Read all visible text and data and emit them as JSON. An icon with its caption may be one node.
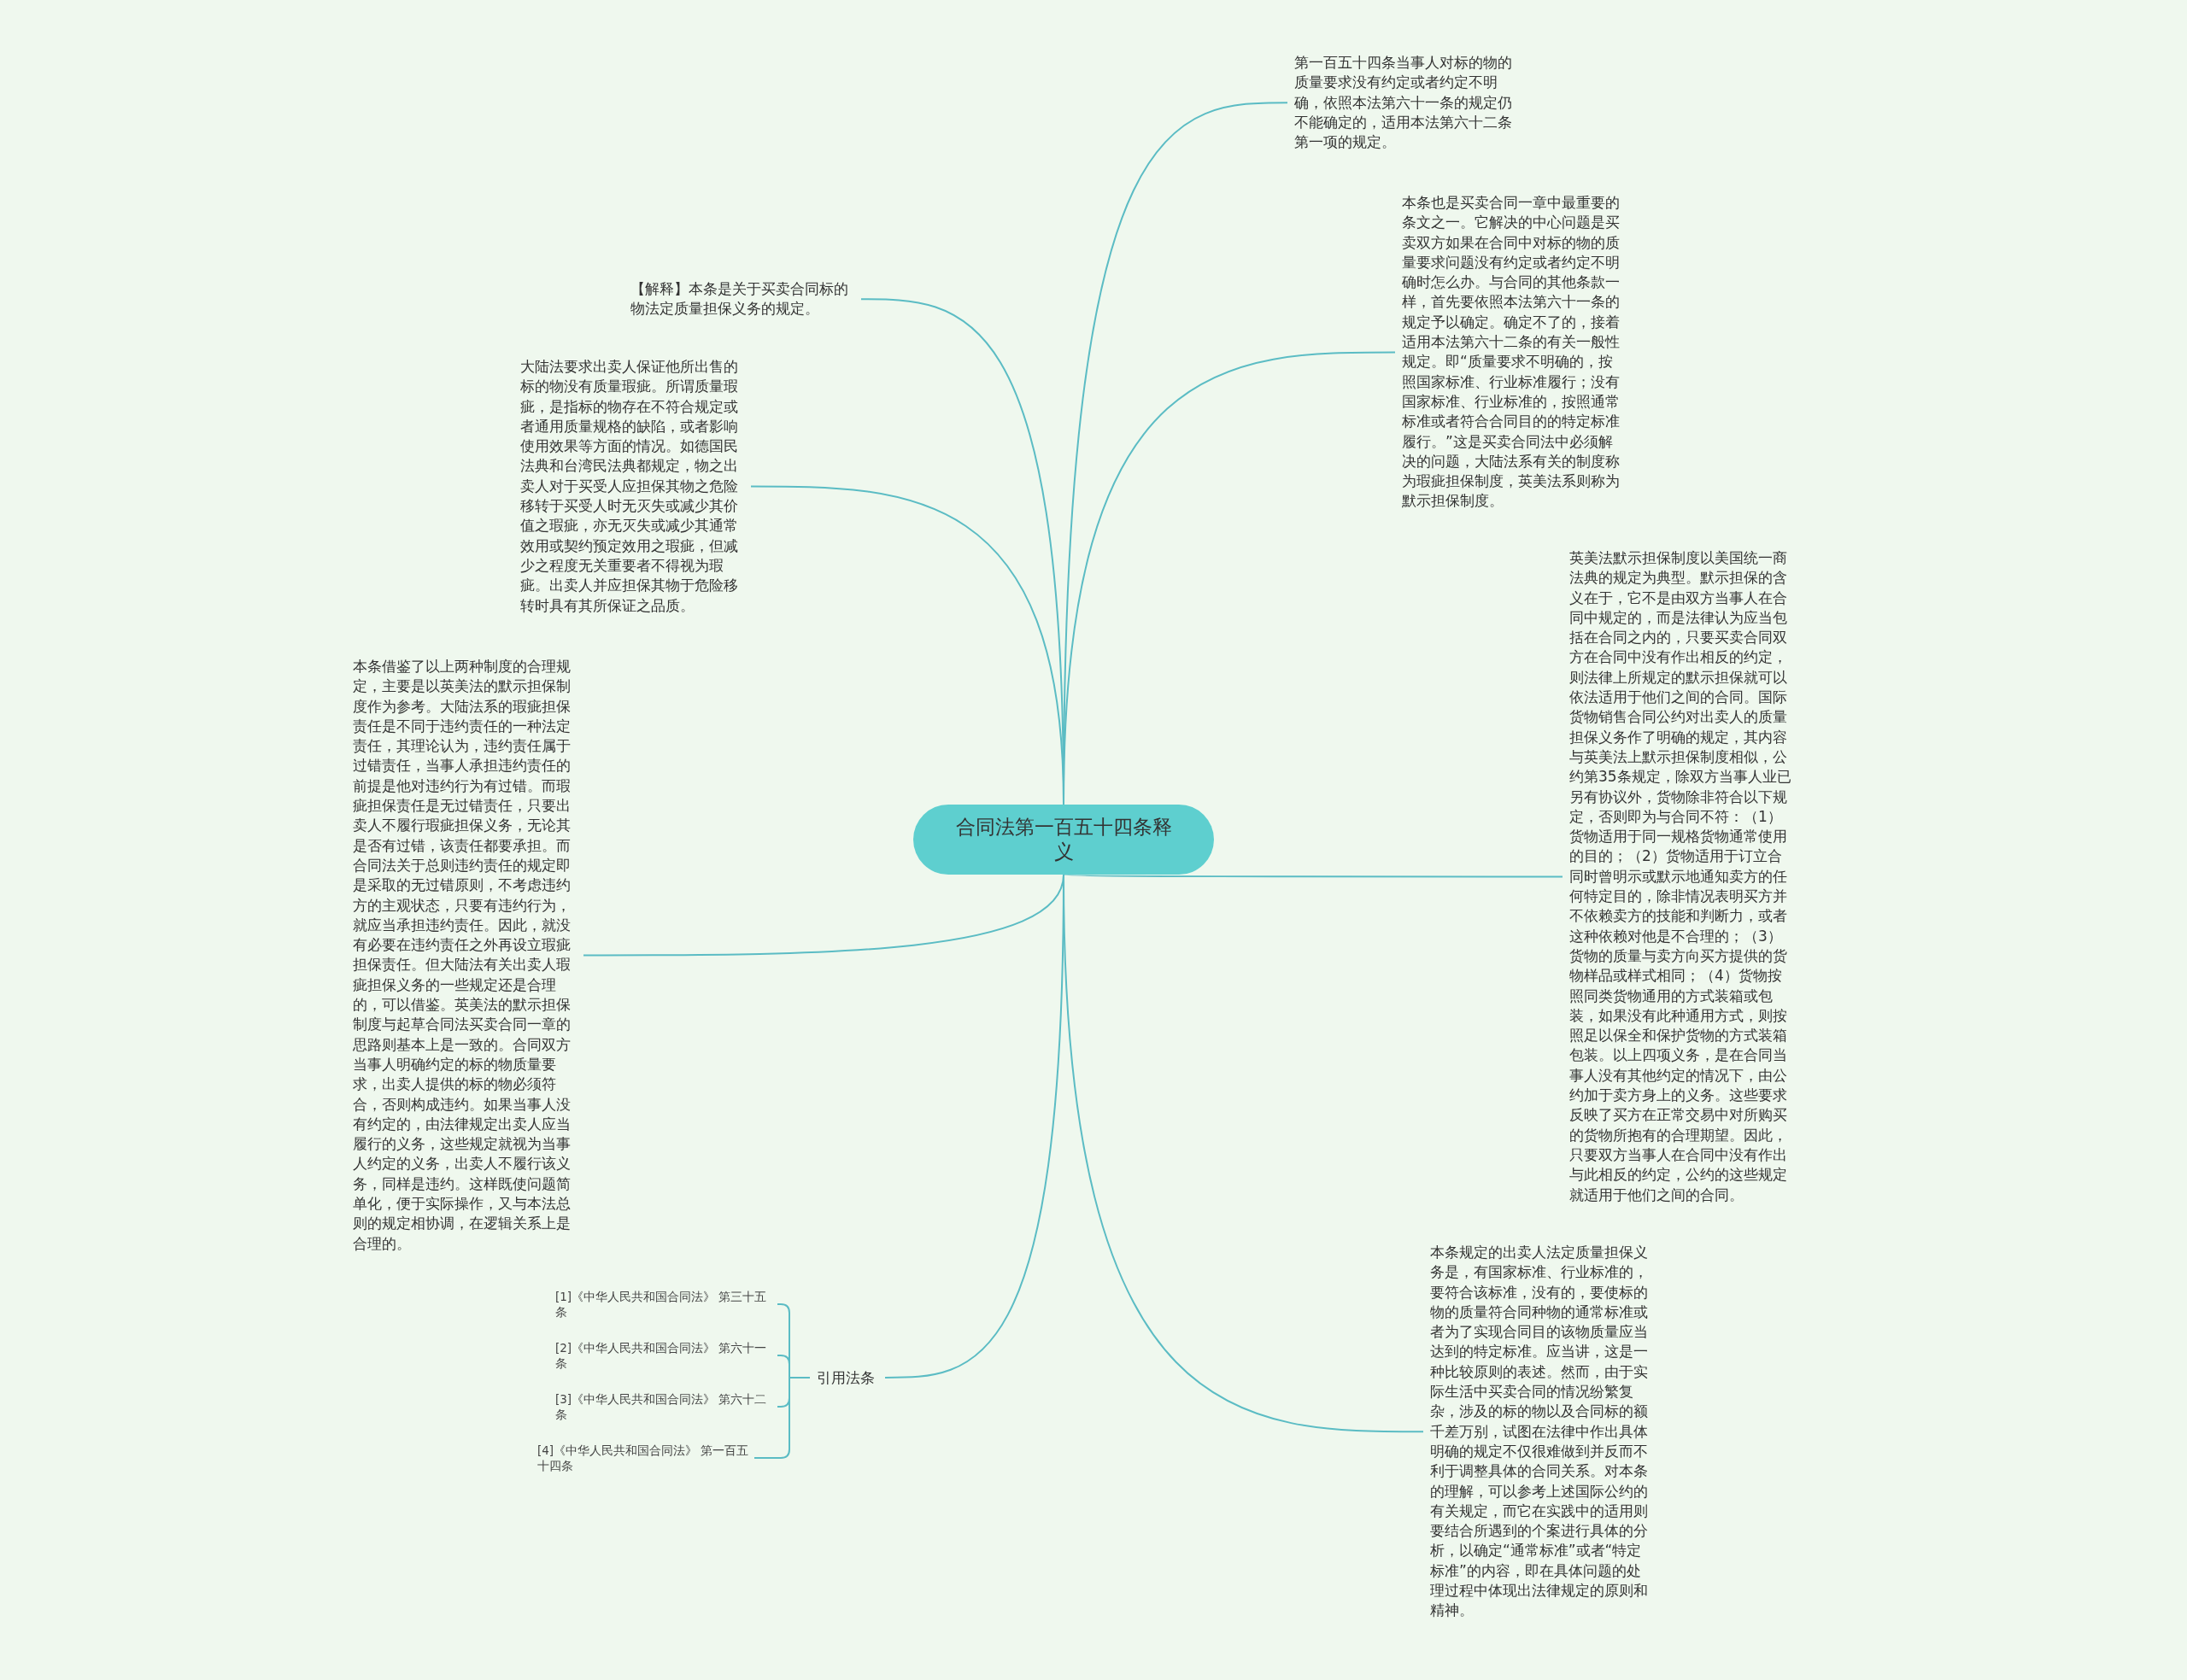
{
  "diagram": {
    "nodes": [
      {
        "text": [
          "合同法第一百五十四条释义"
        ]
      },
      {
        "text": [
          "第一百五十四条当事人对标的物的质量要求没有约定或者约定不明确，依照本法第六十一条的规定仍不能确定的，适用本法第六十二条第一项的规定。"
        ]
      },
      {
        "text": [
          "本条也是买卖合同一章中最重要的条文之一。它解决的中心问题是买卖双方如果在合同中对标的物的质量要求问题没有约定或者约定不明确时怎么办。与合同的其他条款一样，首先要依照本法第六十一条的规定予以确定。确定不了的，接着适用本法第六十二条的有关一般性规定。即“质量要求不明确的，按照国家标准、行业标准履行；没有国家标准、行业标准的，按照通常标准或者符合合同目的的特定标准履行。”这是买卖合同法中必须解决的问题，大陆法系有关的制度称为瑕疵担保制度，英美法系则称为默示担保制度。"
        ]
      },
      {
        "text": [
          "英美法默示担保制度以美国统一商法典的规定为典型。默示担保的含义在于，它不是由双方当事人在合同中规定的，而是法律认为应当包括在合同之内的，只要买卖合同双方在合同中没有作出相反的约定，则法律上所规定的默示担保就可以依法适用于他们之间的合同。国际货物销售合同公约对出卖人的质量担保义务作了明确的规定，其内容与英美法上默示担保制度相似，公约第35条规定，除双方当事人业已另有协议外，货物除非符合以下规定，否则即为与合同不符：（1）货物适用于同一规格货物通常使用的目的；（2）货物适用于订立合同时曾明示或默示地通知卖方的任何特定目的，除非情况表明买方并不依赖卖方的技能和判断力，或者这种依赖对他是不合理的；（3）货物的质量与卖方向买方提供的货物样品或样式相同；（4）货物按照同类货物通用的方式装箱或包装，如果没有此种通用方式，则按照足以保全和保护货物的方式装箱包装。以上四项义务，是在合同当事人没有其他约定的情况下，由公约加于卖方身上的义务。这些要求反映了买方在正常交易中对所购买的货物所抱有的合理期望。因此，只要双方当事人在合同中没有作出与此相反的约定，公约的这些规定就适用于他们之间的合同。"
        ]
      },
      {
        "text": [
          "本条规定的出卖人法定质量担保义务是，有国家标准、行业标准的，要符合该标准，没有的，要使标的物的质量符合同种物的通常标准或者为了实现合同目的该物质量应当达到的特定标准。应当讲，这是一种比较原则的表述。然而，由于实际生活中买卖合同的情况纷繁复杂，涉及的标的物以及合同标的额千差万别，试图在法律中作出具体明确的规定不仅很难做到并反而不利于调整具体的合同关系。对本条的理解，可以参考上述国际公约的有关规定，而它在实践中的适用则要结合所遇到的个案进行具体的分析，以确定“通常标准”或者“特定标准”的内容，即在具体问题的处理过程中体现出法律规定的原则和精神。"
        ]
      },
      {
        "text": [
          "【解释】本条是关于买卖合同标的物法定质量担保义务的规定。"
        ]
      },
      {
        "text": [
          "大陆法要求出卖人保证他所出售的标的物没有质量瑕疵。所谓质量瑕疵，是指标的物存在不符合规定或者通用质量规格的缺陷，或者影响使用效果等方面的情况。如德国民法典和台湾民法典都规定，物之出卖人对于买受人应担保其物之危险移转于买受人时无灭失或减少其价值之瑕疵，亦无灭失或减少其通常效用或契约预定效用之瑕疵，但减少之程度无关重要者不得视为瑕疵。出卖人并应担保其物于危险移转时具有其所保证之品质。"
        ]
      },
      {
        "text": [
          "本条借鉴了以上两种制度的合理规定，主要是以英美法的默示担保制度作为参考。大陆法系的瑕疵担保责任是不同于违约责任的一种法定责任，其理论认为，违约责任属于过错责任，当事人承担违约责任的前提是他对违约行为有过错。而瑕疵担保责任是无过错责任，只要出卖人不履行瑕疵担保义务，无论其是否有过错，该责任都要承担。而合同法关于总则违约责任的规定即是采取的无过错原则，不考虑违约方的主观状态，只要有违约行为，就应当承担违约责任。因此，就没有必要在违约责任之外再设立瑕疵担保责任。但大陆法有关出卖人瑕疵担保义务的一些规定还是合理的，可以借鉴。英美法的默示担保制度与起草合同法买卖合同一章的思路则基本上是一致的。合同双方当事人明确约定的标的物质量要求，出卖人提供的标的物必须符合，否则构成违约。如果当事人没有约定的，由法律规定出卖人应当履行的义务，这些规定就视为当事人约定的义务，出卖人不履行该义务，同样是违约。这样既使问题简单化，便于实际操作，又与本法总则的规定相协调，在逻辑关系上是合理的。"
        ]
      },
      {
        "text": [
          "引用法条"
        ]
      },
      {
        "text": [
          "[1]《中华人民共和国合同法》 第三十五条"
        ]
      },
      {
        "text": [
          "[2]《中华人民共和国合同法》 第六十一条"
        ]
      },
      {
        "text": [
          "[3]《中华人民共和国合同法》 第六十二条"
        ]
      },
      {
        "text": [
          "[4]《中华人民共和国合同法》 第一百五十四条"
        ]
      }
    ],
    "edges": [
      {
        "from": 0,
        "to": 1,
        "arrow": "none"
      },
      {
        "from": 0,
        "to": 2,
        "arrow": "none"
      },
      {
        "from": 0,
        "to": 3,
        "arrow": "none"
      },
      {
        "from": 0,
        "to": 4,
        "arrow": "none"
      },
      {
        "from": 0,
        "to": 5,
        "arrow": "none"
      },
      {
        "from": 0,
        "to": 6,
        "arrow": "none"
      },
      {
        "from": 0,
        "to": 7,
        "arrow": "none"
      },
      {
        "from": 0,
        "to": 8,
        "arrow": "none"
      },
      {
        "from": 8,
        "to": 9,
        "arrow": "none"
      },
      {
        "from": 8,
        "to": 10,
        "arrow": "none"
      },
      {
        "from": 8,
        "to": 11,
        "arrow": "none"
      },
      {
        "from": 8,
        "to": 12,
        "arrow": "none"
      }
    ]
  }
}
